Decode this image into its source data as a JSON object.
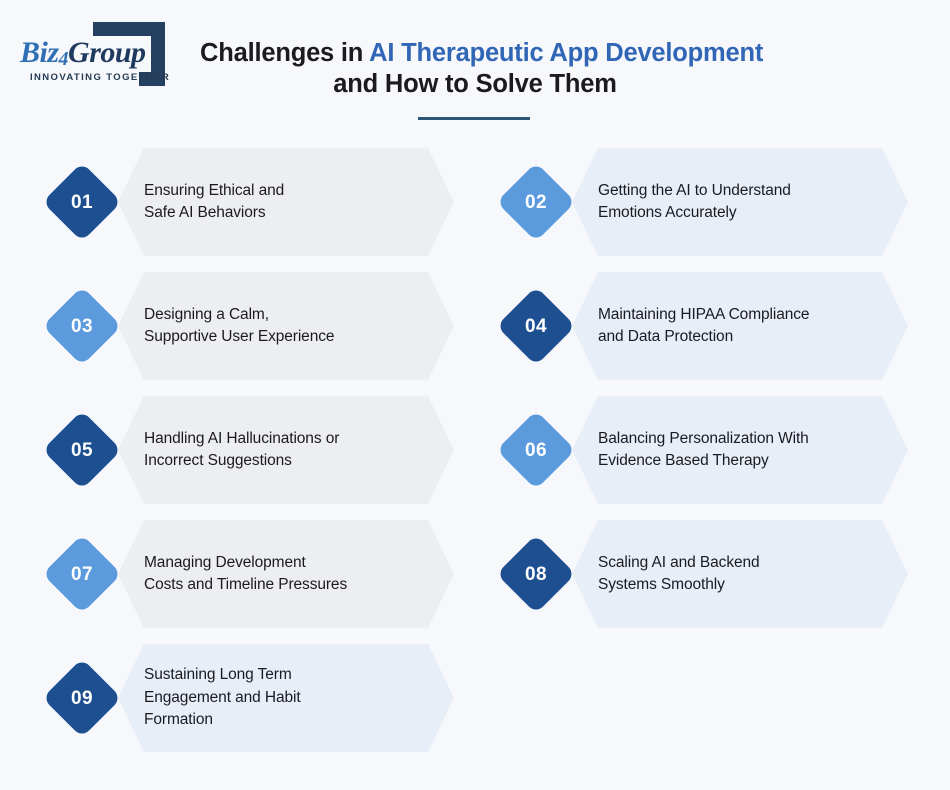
{
  "page": {
    "background_color": "#f7f8fb"
  },
  "header": {
    "logo": {
      "word_biz": "Biz",
      "word_four": "4",
      "word_group": "Group",
      "tagline": "INNOVATING TOGETHER",
      "brand_blue": "#2f6fb5",
      "brand_navy": "#1e3a5f"
    },
    "title": {
      "line1_plain": "Challenges in ",
      "line1_accent": "AI Therapeutic App Development",
      "line2": "and How to Solve Them",
      "accent_color": "#3066b5",
      "rule_color": "#2e5575"
    }
  },
  "items": [
    {
      "number": "01",
      "badge_tone": "dark",
      "badge_color": "#1d4f91",
      "card_tone": "gray",
      "card_color": "#eceef1",
      "lines": [
        "Ensuring Ethical and",
        "Safe AI Behaviors"
      ]
    },
    {
      "number": "02",
      "badge_tone": "light",
      "badge_color": "#5b9add",
      "card_tone": "blue",
      "card_color": "#e7eef8",
      "lines": [
        "Getting the AI to Understand",
        "Emotions Accurately"
      ]
    },
    {
      "number": "03",
      "badge_tone": "light",
      "badge_color": "#5b9add",
      "card_tone": "gray",
      "card_color": "#eceef1",
      "lines": [
        "Designing a Calm,",
        "Supportive User Experience"
      ]
    },
    {
      "number": "04",
      "badge_tone": "dark",
      "badge_color": "#1d4f91",
      "card_tone": "blue",
      "card_color": "#e7eef8",
      "lines": [
        "Maintaining HIPAA Compliance",
        "and Data Protection"
      ]
    },
    {
      "number": "05",
      "badge_tone": "dark",
      "badge_color": "#1d4f91",
      "card_tone": "gray",
      "card_color": "#eceef1",
      "lines": [
        "Handling AI Hallucinations or",
        "Incorrect Suggestions"
      ]
    },
    {
      "number": "06",
      "badge_tone": "light",
      "badge_color": "#5b9add",
      "card_tone": "blue",
      "card_color": "#e7eef8",
      "lines": [
        "Balancing Personalization With",
        "Evidence Based Therapy"
      ]
    },
    {
      "number": "07",
      "badge_tone": "light",
      "badge_color": "#5b9add",
      "card_tone": "gray",
      "card_color": "#eceef1",
      "lines": [
        "Managing Development",
        "Costs and Timeline Pressures"
      ]
    },
    {
      "number": "08",
      "badge_tone": "dark",
      "badge_color": "#1d4f91",
      "card_tone": "blue",
      "card_color": "#e7eef8",
      "lines": [
        "Scaling AI and Backend",
        "Systems Smoothly"
      ]
    },
    {
      "number": "09",
      "badge_tone": "dark",
      "badge_color": "#1d4f91",
      "card_tone": "blue",
      "card_color": "#e7eef8",
      "lines": [
        "Sustaining Long Term",
        "Engagement and Habit",
        "Formation"
      ]
    }
  ]
}
